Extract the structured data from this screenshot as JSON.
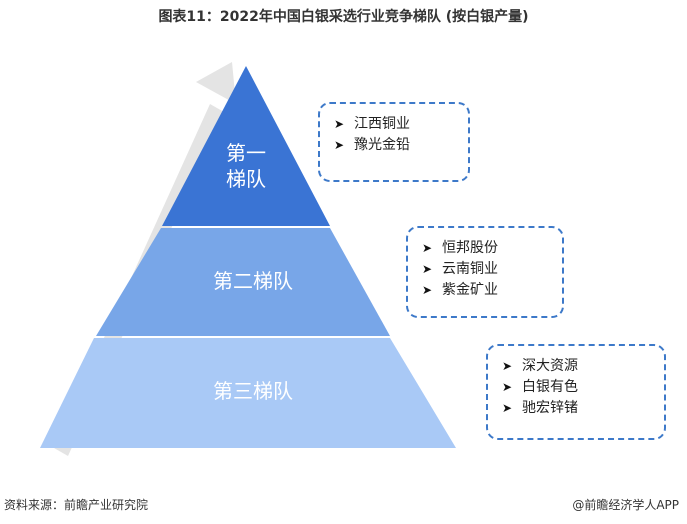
{
  "title": "图表11：2022年中国白银采选行业竞争梯队 (按白银产量)",
  "tiers": [
    {
      "label_line1": "第一",
      "label_line2": "梯队",
      "companies": [
        "江西铜业",
        "豫光金铅"
      ]
    },
    {
      "label": "第二梯队",
      "companies": [
        "恒邦股份",
        "云南铜业",
        "紫金矿业"
      ]
    },
    {
      "label": "第三梯队",
      "companies": [
        "深大资源",
        "白银有色",
        "驰宏锌锗"
      ]
    }
  ],
  "colors": {
    "tier1": "#3a74d4",
    "tier2": "#78a6e8",
    "tier3": "#a9c9f6",
    "box_border": "#3d79c9",
    "arrow": "#e4e4e4"
  },
  "footer": {
    "source": "资料来源：前瞻产业研究院",
    "brand": "@前瞻经济学人APP"
  }
}
